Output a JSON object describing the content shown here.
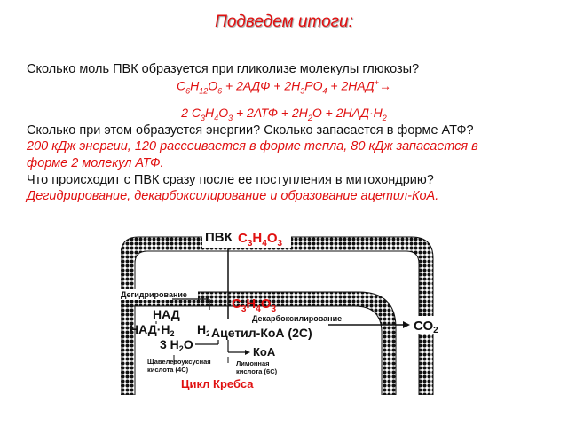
{
  "slide": {
    "title": "Подведем итоги:",
    "q1": "Сколько моль ПВК образуется при гликолизе молекулы глюкозы?",
    "eq1": {
      "a": "С",
      "a_sub": "6",
      "b": "Н",
      "b_sub": "12",
      "c": "О",
      "c_sub": "6",
      "d": " + 2АДФ + 2Н",
      "d_sub": "3",
      "e": "РО",
      "e_sub": "4",
      "f": " + 2НАД",
      "f_sup": "+",
      "arrow": "→"
    },
    "eq2": {
      "a": "2 С",
      "a_sub": "3",
      "b": "Н",
      "b_sub": "4",
      "c": "О",
      "c_sub": "3",
      "d": " + 2АТФ + 2Н",
      "d_sub": "2",
      "e": "О + 2НАД·Н",
      "e_sub": "2"
    },
    "q2": "Сколько при этом образуется энергии? Сколько запасается в форме АТФ?",
    "a2_line1": "200 кДж энергии, 120 рассеивается в форме тепла, 80 кДж запасается в",
    "a2_line2": "форме 2 молекул АТФ.",
    "q3": "Что происходит с ПВК сразу после ее поступления в митохондрию?",
    "a3": "Дегидрирование, декарбоксилирование и образование ацетил-КоА."
  },
  "diagram": {
    "pvk": "ПВК",
    "c3h4o3_top": {
      "c": "С",
      "c_sub": "3",
      "h": "Н",
      "h_sub": "4",
      "o": "О",
      "o_sub": "3"
    },
    "c3h4o3_mid": {
      "c": "С",
      "c_sub": "3",
      "h": "Н",
      "h_sub": "4",
      "o": "О",
      "o_sub": "3"
    },
    "dehydro": "Дегидрирование",
    "nad": "НАД",
    "nadh2": "НАД·Н",
    "nadh2_sub": "2",
    "h2": "Н",
    "h2_sub": "2",
    "decarbox": "Декарбоксилирование",
    "acetyl": "Ацетил-КоА (2С)",
    "co2": "СО",
    "co2_sub": "2",
    "h2o_prefix": "3 Н",
    "h2o_sub": "2",
    "h2o_o": "О",
    "koa": "КоА",
    "oxalo_1": "Щавелевоуксусная",
    "oxalo_2": "кислота (4С)",
    "citric_1": "Лимонная",
    "citric_2": "кислота (6С)",
    "krebs": "Цикл Кребса",
    "colors": {
      "red": "#e01010",
      "black": "#111111"
    }
  }
}
